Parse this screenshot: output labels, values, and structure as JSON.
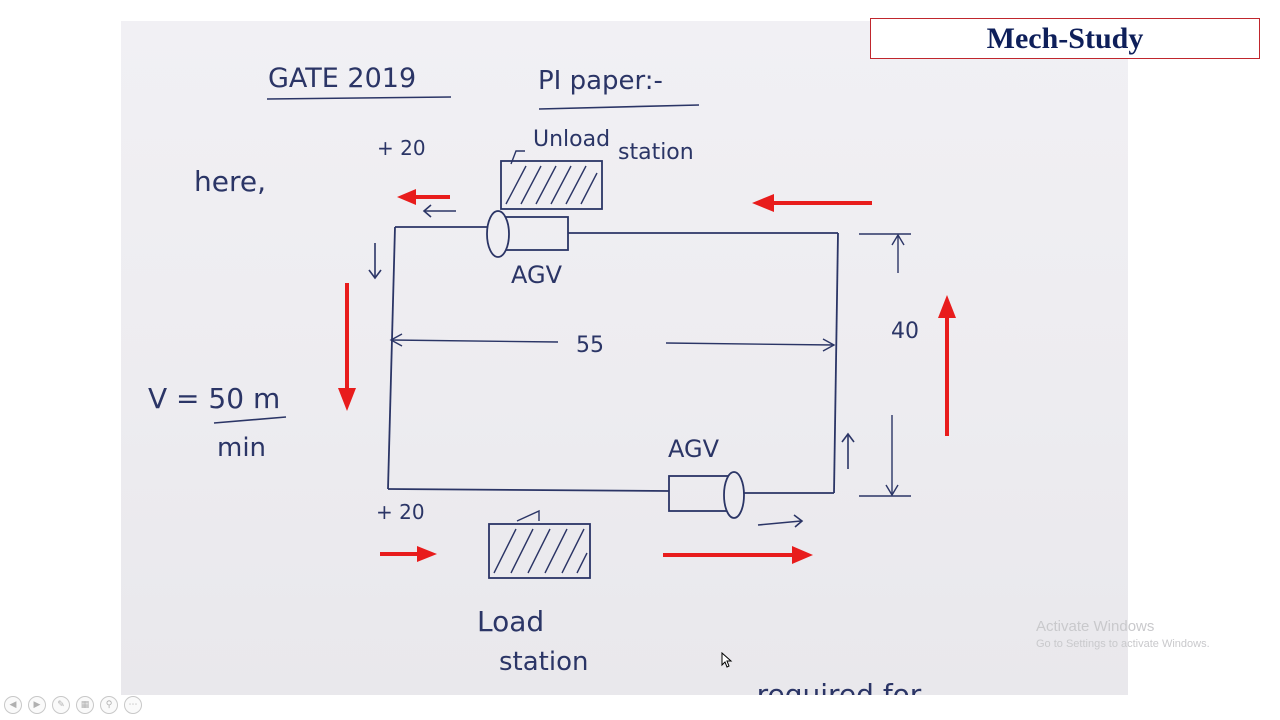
{
  "brand": {
    "title": "Mech-Study"
  },
  "notes": {
    "heading_exam": "GATE 2019",
    "heading_paper": "PI paper:-",
    "here": "here,",
    "velocity": "V = 50 m",
    "velocity_unit": "min",
    "bottom_partial": "... required for"
  },
  "diagram": {
    "unload_label_1": "Unload",
    "unload_label_2": "station",
    "load_label_1": "Load",
    "load_label_2": "station",
    "agv_top": "AGV",
    "agv_bottom": "AGV",
    "offset_top": "+ 20",
    "offset_bottom": "+ 20",
    "width_dim": "55",
    "height_dim": "40"
  },
  "colors": {
    "ink": "#2b3566",
    "arrow": "#e81c1c",
    "brand_border": "#c0262d",
    "brand_text": "#0e1f5a"
  },
  "watermark": {
    "line1": "Activate Windows",
    "line2": "Go to Settings to activate Windows."
  },
  "player": {
    "icons": [
      "prev-icon",
      "next-icon",
      "pen-icon",
      "slides-icon",
      "zoom-icon",
      "more-icon"
    ]
  }
}
